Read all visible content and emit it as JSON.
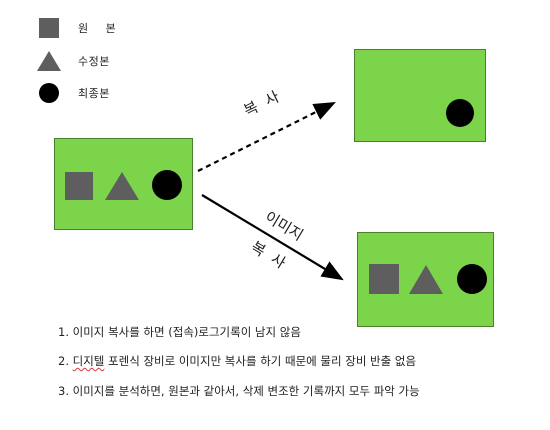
{
  "colors": {
    "panel_fill": "#7cd44b",
    "shape_gray": "#5e5e5e",
    "circle_black": "#000000",
    "arrow": "#000000"
  },
  "legend": [
    {
      "shape": "square-icon",
      "label": "원 본"
    },
    {
      "shape": "triangle-icon",
      "label": "수정본"
    },
    {
      "shape": "circle-icon",
      "label": "최종본"
    }
  ],
  "arrows": {
    "copy_label": "복  사",
    "image_copy_label_line1": "이미지",
    "image_copy_label_line2": "복  사"
  },
  "notes": [
    {
      "number": "1.",
      "text": "이미지 복사를 하면  (접속)로그기록이 남지 않음"
    },
    {
      "number": "2.",
      "text_underlined": "디지텔",
      "text": " 포렌식 장비로 이미지만 복사를 하기 때문에 물리 장비 반출 없음"
    },
    {
      "number": "3.",
      "text": "이미지를 분석하면, 원본과 같아서, 삭제 변조한 기록까지 모두 파악 가능"
    }
  ]
}
